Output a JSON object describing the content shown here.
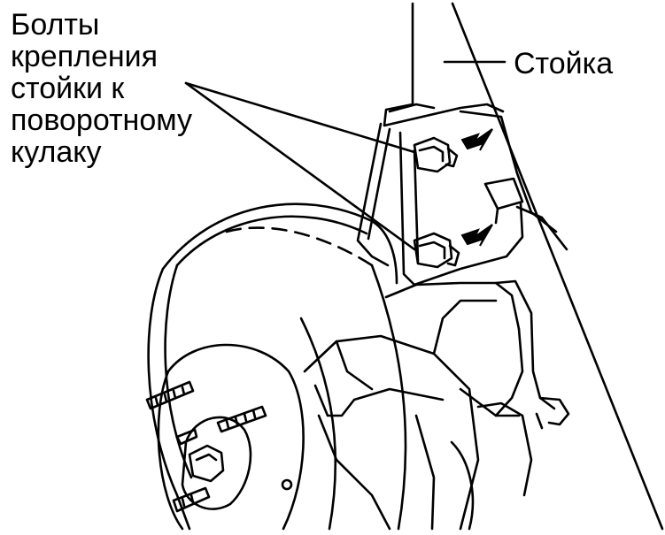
{
  "labels": {
    "bolts": "Болты\nкрепления\nстойки к\nповоротному\nкулаку",
    "strut": "Стойка"
  },
  "colors": {
    "line": "#000000",
    "background": "#ffffff"
  },
  "parts": [
    "strut",
    "steering-knuckle",
    "mounting-bolt-upper",
    "mounting-bolt-lower",
    "brake-disc",
    "brake-caliper",
    "wheel-hub",
    "wheel-studs"
  ]
}
